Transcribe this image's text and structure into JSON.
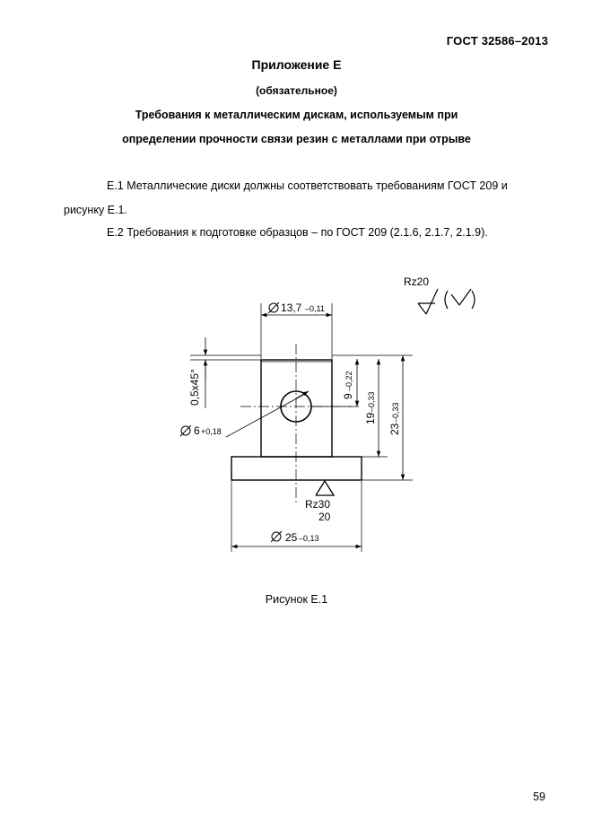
{
  "header": {
    "standard_id": "ГОСТ  32586–2013"
  },
  "appendix": {
    "title": "Приложение Е",
    "status": "(обязательное)",
    "heading_line_1": "Требования к металлическим дискам, используемым при",
    "heading_line_2": "определении прочности связи резин с металлами при отрыве"
  },
  "paragraphs": {
    "e1_line_1": "Е.1   Металлические диски должны соответствовать требованиям ГОСТ 209 и",
    "e1_line_2": "рисунку Е.1.",
    "e2": "Е.2 Требования к подготовке образцов – по ГОСТ 209 (2.1.6, 2.1.7, 2.1.9)."
  },
  "drawing": {
    "roughness_general": "Rz20",
    "roughness_bottom": "Rz30",
    "roughness_bottom_value": "20",
    "dim_top_width_base": "13,7",
    "dim_top_width_tol": "–0,11",
    "dim_base_width_base": "25",
    "dim_base_width_tol": "–0,13",
    "dim_hole_base": "6",
    "dim_hole_tol": "+0,18",
    "dim_chamfer": "0,5х45°",
    "dim_9_base": "9",
    "dim_9_tol": "–0,22",
    "dim_19_base": "19",
    "dim_19_tol": "–0,33",
    "dim_23_base": "23",
    "dim_23_tol": "–0,33"
  },
  "figure": {
    "caption": "Рисунок Е.1"
  },
  "footer": {
    "page_number": "59"
  }
}
